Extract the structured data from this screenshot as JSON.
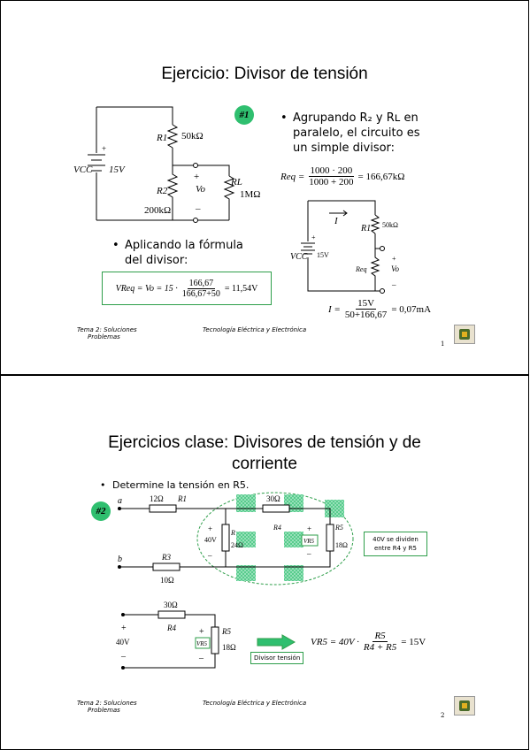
{
  "slide1": {
    "title": "Ejercicio: Divisor de tensión",
    "tag": "#1",
    "bullet1": "Agrupando R₂ y Rʟ en paralelo, el circuito es un simple divisor:",
    "bullet2": "Aplicando la fórmula del divisor:",
    "circuit": {
      "vcc_label": "VCC",
      "vcc_value": "15V",
      "r1_label": "R1",
      "r1_value": "50kΩ",
      "r2_label": "R2",
      "r2_value": "200kΩ",
      "rl_label": "RL",
      "rl_value": "1MΩ",
      "vo_label": "Vo",
      "plus": "+",
      "minus": "–"
    },
    "eq_req": {
      "lhs": "Req =",
      "num": "1000 · 200",
      "den": "1000 + 200",
      "rhs": "= 166,67kΩ"
    },
    "eq_vo": {
      "lhs": "VReq = Vo = 15 ·",
      "num": "166,67",
      "den": "166,67+50",
      "rhs": "= 11,54V"
    },
    "eq_i": {
      "lhs": "I =",
      "num": "15V",
      "den": "50+166,67",
      "rhs": "= 0,07mA"
    },
    "circuit2": {
      "i_label": "I",
      "r1_label": "R1",
      "r1_value": "50kΩ",
      "req_label": "Req",
      "vcc_label": "VCC",
      "vcc_value": "15V",
      "vo_label": "Vo"
    },
    "footer_left_1": "Tema 2: Soluciones",
    "footer_left_2": "Problemas",
    "footer_center": "Tecnología Eléctrica y Electrónica",
    "page": "1"
  },
  "slide2": {
    "title_line1": "Ejercicios clase: Divisores de tensión y de",
    "title_line2": "corriente",
    "tag": "#2",
    "bullet1": "Determine la tensión en R5.",
    "circuit": {
      "a": "a",
      "b": "b",
      "r1_value": "12Ω",
      "r1_label": "R1",
      "r2_value": "30Ω",
      "r3_label": "R3",
      "r3_value": "10Ω",
      "v40": "40V",
      "rt_label": "R",
      "rt_value": "24Ω",
      "r4_label": "R4",
      "r5_label": "R5",
      "r5_value": "18Ω",
      "vr5": "VR5"
    },
    "note": "40V se dividen entre R4 y R5",
    "sub": {
      "r_value": "30Ω",
      "r4_label": "R4",
      "r5_label": "R5",
      "r5_value": "18Ω",
      "v40": "40V",
      "vr5": "VR5",
      "plus": "+",
      "minus": "–"
    },
    "arrow_label": "Divisor tensión",
    "eq": {
      "lhs": "VR5 = 40V ·",
      "num": "R5",
      "den": "R4 + R5",
      "rhs": "= 15V"
    },
    "footer_left_1": "Tema 2: Soluciones",
    "footer_left_2": "Problemas",
    "footer_center": "Tecnología Eléctrica y Electrónica",
    "page": "2"
  },
  "colors": {
    "accent_green": "#2fbf6f",
    "box_border": "#2e9e4a"
  }
}
